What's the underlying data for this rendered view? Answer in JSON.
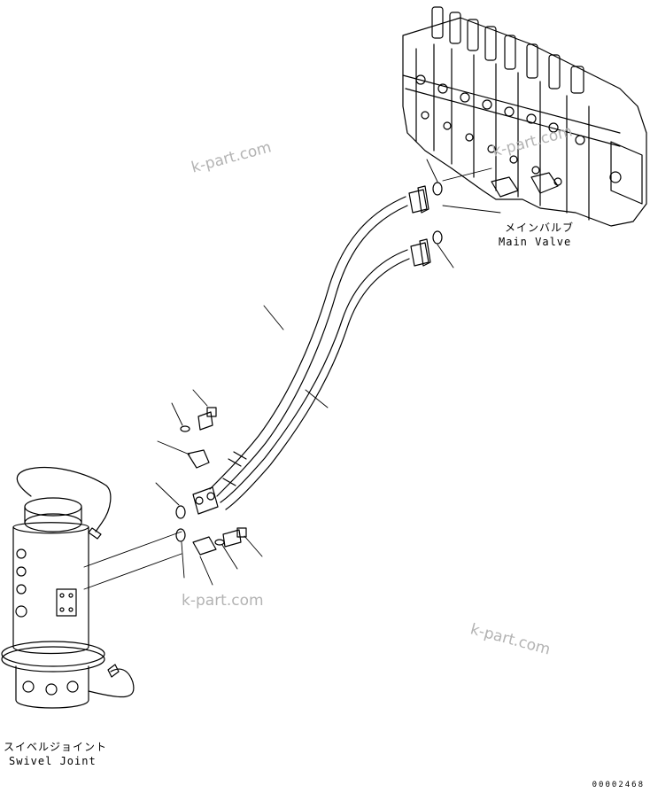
{
  "labels": {
    "main_valve_jp": "メインバルブ",
    "main_valve_en": "Main Valve",
    "swivel_joint_jp": "スイベルジョイント",
    "swivel_joint_en": "Swivel Joint"
  },
  "watermarks": [
    "k-part.com",
    "k-part.com",
    "k-part.com",
    "k-part.com"
  ],
  "drawing_number": "00002468",
  "colors": {
    "line": "#000000",
    "watermark": "#b3b3b3"
  }
}
